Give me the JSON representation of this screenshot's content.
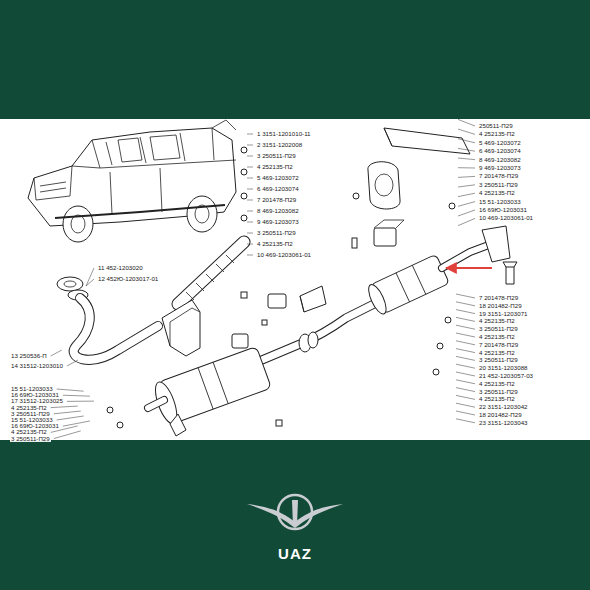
{
  "diagram": {
    "labels": [
      "1 3151-1201010-11",
      "2 3151-1202008",
      "3 250511-П29",
      "4 252135-П2",
      "5 469-1203072",
      "6 469-1203074",
      "7 201478-П29",
      "8 469-1203082",
      "9 469-1203073",
      "3 250511-П29",
      "4 252135-П2",
      "10 469-1203061-01",
      "250511-П29",
      "4 252135-П2",
      "5 469-1203072",
      "6 469-1203074",
      "8 469-1203082",
      "9 469-1203073",
      "7 201478-П29",
      "3 250511-П29",
      "4 252135-П2",
      "15 51-1203033",
      "16 69Ю-1203031",
      "10 469-1203061-01",
      "11 452-1203020",
      "12 452Ю-1203017-01",
      "13 250536-П",
      "14 31512-1203010",
      "15 51-1203033",
      "16 69Ю-1203031",
      "17 31512-1203025",
      "4 252135-П2",
      "3 250511-П29",
      "15 51-1203033",
      "16 69Ю-1203031",
      "4 252135-П2",
      "3 250511-П29",
      "7 201478-П29",
      "18 201482-П29",
      "19 3151-1203071",
      "4 252135-П2",
      "3 250511-П29",
      "4 252135-П2",
      "7 201478-П29",
      "4 252135-П2",
      "3 250511-П29",
      "20 3151-1203088",
      "21 452-1203057-03",
      "4 252135-П2",
      "3 250511-П29",
      "4 252135-П2",
      "22 3151-1203042",
      "18 201482-П29",
      "23 3151-1203043",
      "UAZ"
    ]
  }
}
